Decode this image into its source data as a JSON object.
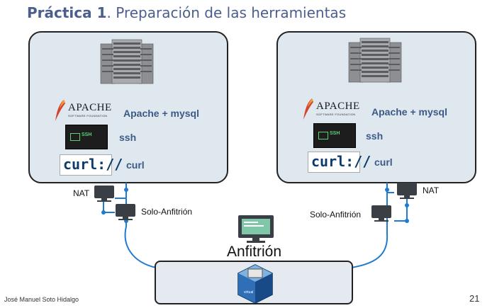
{
  "title": {
    "bold": "Práctica 1",
    "rest": ". Preparación de las herramientas"
  },
  "vm_left": {
    "apache_logo_text": "APACHE",
    "apache_logo_sub": "SOFTWARE FOUNDATION",
    "apache_label": "Apache + mysql",
    "ssh_logo_text": "SSH",
    "ssh_label": "ssh",
    "curl_logo_text": "curl://",
    "curl_label": "curl"
  },
  "vm_right": {
    "apache_logo_text": "APACHE",
    "apache_logo_sub": "SOFTWARE FOUNDATION",
    "apache_label": "Apache + mysql",
    "ssh_logo_text": "SSH",
    "ssh_label": "ssh",
    "curl_logo_text": "curl://",
    "curl_label": "curl"
  },
  "network": {
    "nat_left": "NAT",
    "solo_left": "Solo-Anfitrión",
    "nat_right": "NAT",
    "solo_right": "Solo-Anfitrión"
  },
  "host_label": "Anfitrión",
  "footer": "José Manuel Soto Hidalgo",
  "page_number": "21",
  "colors": {
    "title": "#4b5e8c",
    "vm_fill": "#dfe7ef",
    "link": "#1f7bd0",
    "label": "#3c5a86"
  },
  "icons": [
    "server-rack-icon",
    "apache-feather-icon",
    "terminal-icon",
    "monitor-icon",
    "virtualbox-icon"
  ]
}
